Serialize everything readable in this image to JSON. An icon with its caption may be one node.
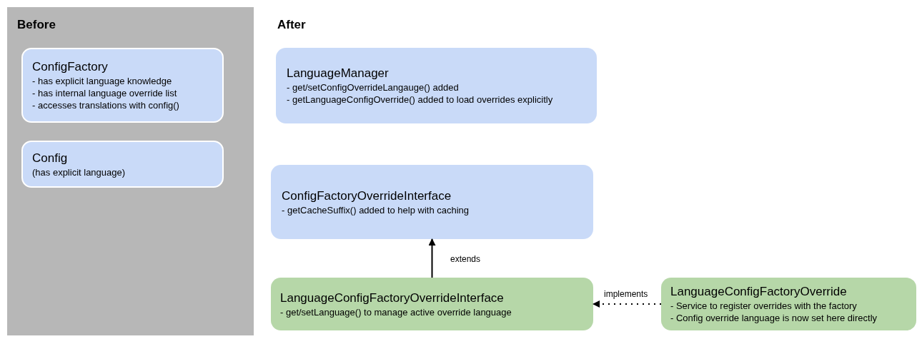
{
  "diagram": {
    "nodes": [
      {
        "text": [
          "Before"
        ]
      },
      {
        "text": [
          "ConfigFactory",
          "- has explicit language knowledge",
          "- has internal language override list",
          "- accesses translations with config()"
        ],
        "in": 0
      },
      {
        "text": [
          "Config",
          "(has explicit language)"
        ],
        "in": 0
      },
      {
        "text": [
          "LanguageManager",
          "- get/setConfigOverrideLangauge() added",
          "- getLanguageConfigOverride() added to load overrides explicitly"
        ]
      },
      {
        "text": [
          "ConfigFactoryOverrideInterface",
          "- getCacheSuffix() added to help with caching"
        ]
      },
      {
        "text": [
          "LanguageConfigFactoryOverrideInterface",
          "- get/setLanguage() to manage active override language"
        ]
      },
      {
        "text": [
          "LanguageConfigFactoryOverride",
          "- Service to register overrides with the factory",
          "- Config override language is now set here directly"
        ]
      }
    ],
    "edges": [
      {
        "from": 5,
        "to": 4,
        "arrow": "to",
        "label": "extends"
      },
      {
        "from": 6,
        "to": 5,
        "arrow": "to",
        "label": "implements",
        "style": "dashed"
      }
    ],
    "labels": [
      "After"
    ]
  }
}
